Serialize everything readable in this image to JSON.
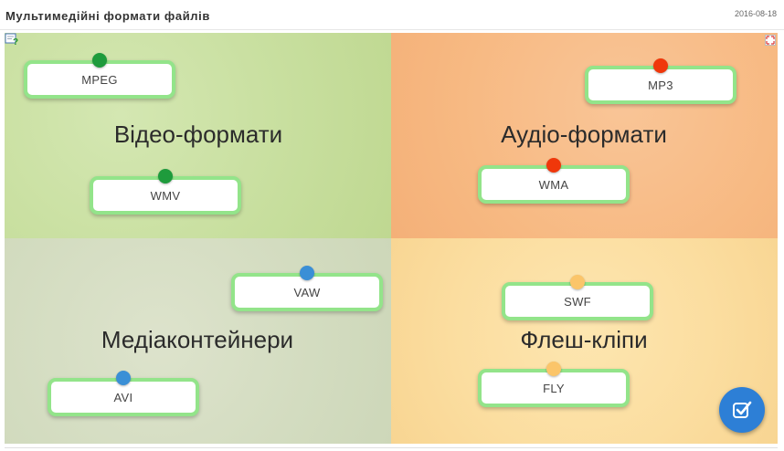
{
  "header": {
    "title": "Мультимедійні формати файлів",
    "date": "2016-08-18"
  },
  "categories": {
    "video": "Відео-формати",
    "audio": "Аудіо-формати",
    "media": "Медіаконтейнери",
    "flash": "Флеш-кліпи"
  },
  "colors": {
    "video_pin": "#1e9b3c",
    "audio_pin": "#f0370a",
    "media_pin": "#3a8fd6",
    "flash_pin": "#fbc56a",
    "card_border": "#93e48a",
    "check_button": "#2d7fd6"
  },
  "cards": {
    "mpeg": "MPEG",
    "wmv": "WMV",
    "mp3": "MP3",
    "wma": "WMA",
    "vaw": "VAW",
    "avi": "AVI",
    "swf": "SWF",
    "fly": "FLY"
  },
  "icons": {
    "help": "help-icon",
    "expand": "fullscreen-icon",
    "check": "check-icon"
  }
}
